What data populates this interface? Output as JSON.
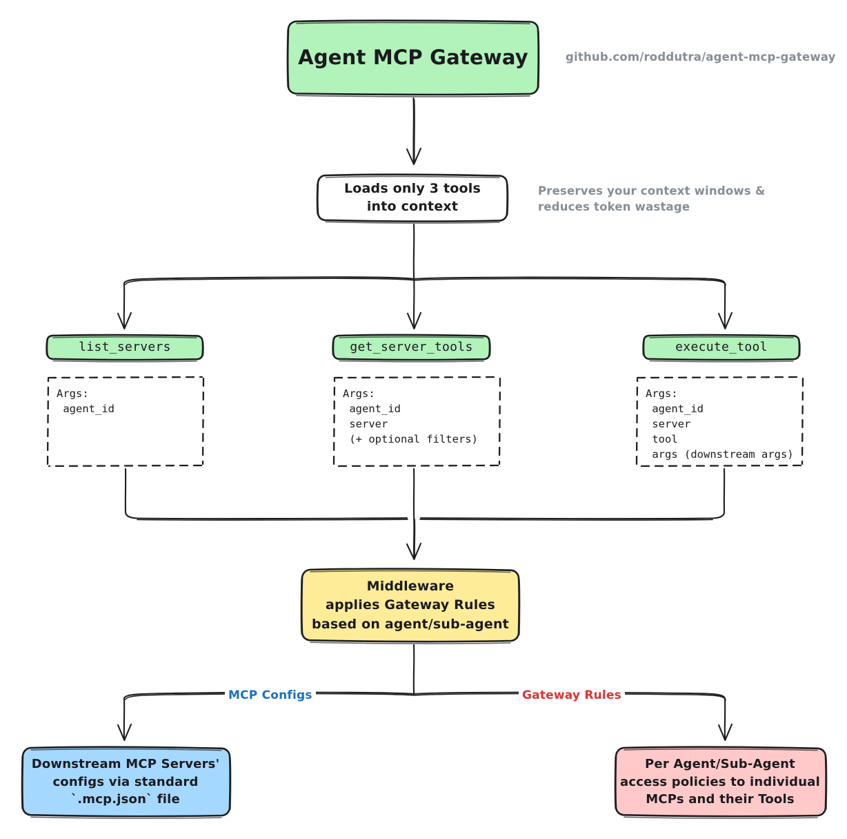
{
  "diagram": {
    "title": "Agent MCP Gateway architecture flow",
    "background": "#ffffff",
    "colors": {
      "green_fill": "#b2f2bb",
      "yellow_fill": "#ffec99",
      "blue_fill": "#a5d8ff",
      "pink_fill": "#ffc9c9",
      "white_fill": "#ffffff",
      "stroke": "#1e1e1e",
      "annotation_text": "#868e96",
      "mcp_configs_label": "#1971c2",
      "gateway_rules_label": "#e03131"
    }
  },
  "nodes": {
    "title": {
      "label": "Agent MCP Gateway",
      "fill": "#b2f2bb"
    },
    "loads": {
      "line1": "Loads only 3 tools",
      "line2": "into context",
      "fill": "#ffffff"
    },
    "middleware": {
      "line1": "Middleware",
      "line2": "applies Gateway Rules",
      "line3": "based on agent/sub-agent",
      "fill": "#ffec99"
    },
    "configs": {
      "line1": "Downstream MCP Servers'",
      "line2": "configs via standard",
      "line3": "`.mcp.json` file",
      "fill": "#a5d8ff"
    },
    "policies": {
      "line1": "Per Agent/Sub-Agent",
      "line2": "access policies to individual",
      "line3": "MCPs and their Tools",
      "fill": "#ffc9c9"
    }
  },
  "tools": [
    {
      "name": "list_servers",
      "fill": "#b2f2bb",
      "args_text": "Args:\n agent_id"
    },
    {
      "name": "get_server_tools",
      "fill": "#b2f2bb",
      "args_text": "Args:\n agent_id\n server\n (+ optional filters)"
    },
    {
      "name": "execute_tool",
      "fill": "#b2f2bb",
      "args_text": "Args:\n agent_id\n server\n tool\n args (downstream args)"
    }
  ],
  "annotations": {
    "repo": "github.com/roddutra/agent-mcp-gateway",
    "context_note": "Preserves your context windows &\nreduces token wastage"
  },
  "edge_labels": {
    "mcp_configs": "MCP Configs",
    "gateway_rules": "Gateway Rules"
  }
}
